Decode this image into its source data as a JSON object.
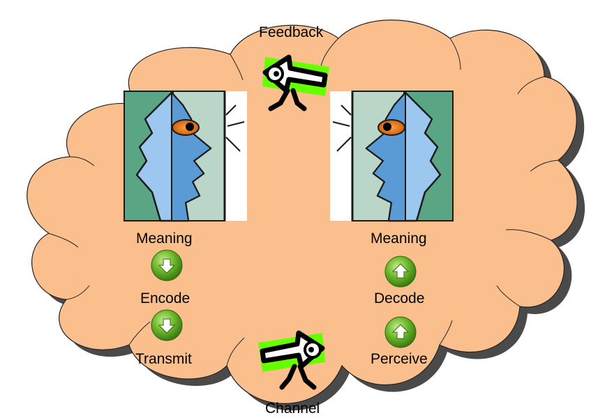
{
  "labels": {
    "feedback": "Feedback",
    "channel": "Channel",
    "meaning_left": "Meaning",
    "meaning_right": "Meaning",
    "encode": "Encode",
    "transmit": "Transmit",
    "decode": "Decode",
    "perceive": "Perceive"
  },
  "colors": {
    "cloud_fill": "#fbbf8d",
    "cloud_stroke": "#222222",
    "cloud_shadow": "#4a4a4a",
    "panel_dark_green": "#5aa583",
    "panel_light_green": "#b9d6c9",
    "face_light_blue": "#9cc7ee",
    "face_mid_blue": "#5b9bd5",
    "eye_orange": "#e36c09",
    "button_green": "#6ab52a",
    "arrow_green": "#66ff00"
  },
  "icons": {
    "left_face": "profile-face-facing-right",
    "right_face": "profile-face-facing-left",
    "encode": "down-arrow-button",
    "transmit": "down-arrow-button",
    "decode": "up-arrow-button",
    "perceive": "up-arrow-button",
    "feedback": "walking-arrow-pointing-left",
    "channel": "walking-arrow-pointing-right"
  }
}
